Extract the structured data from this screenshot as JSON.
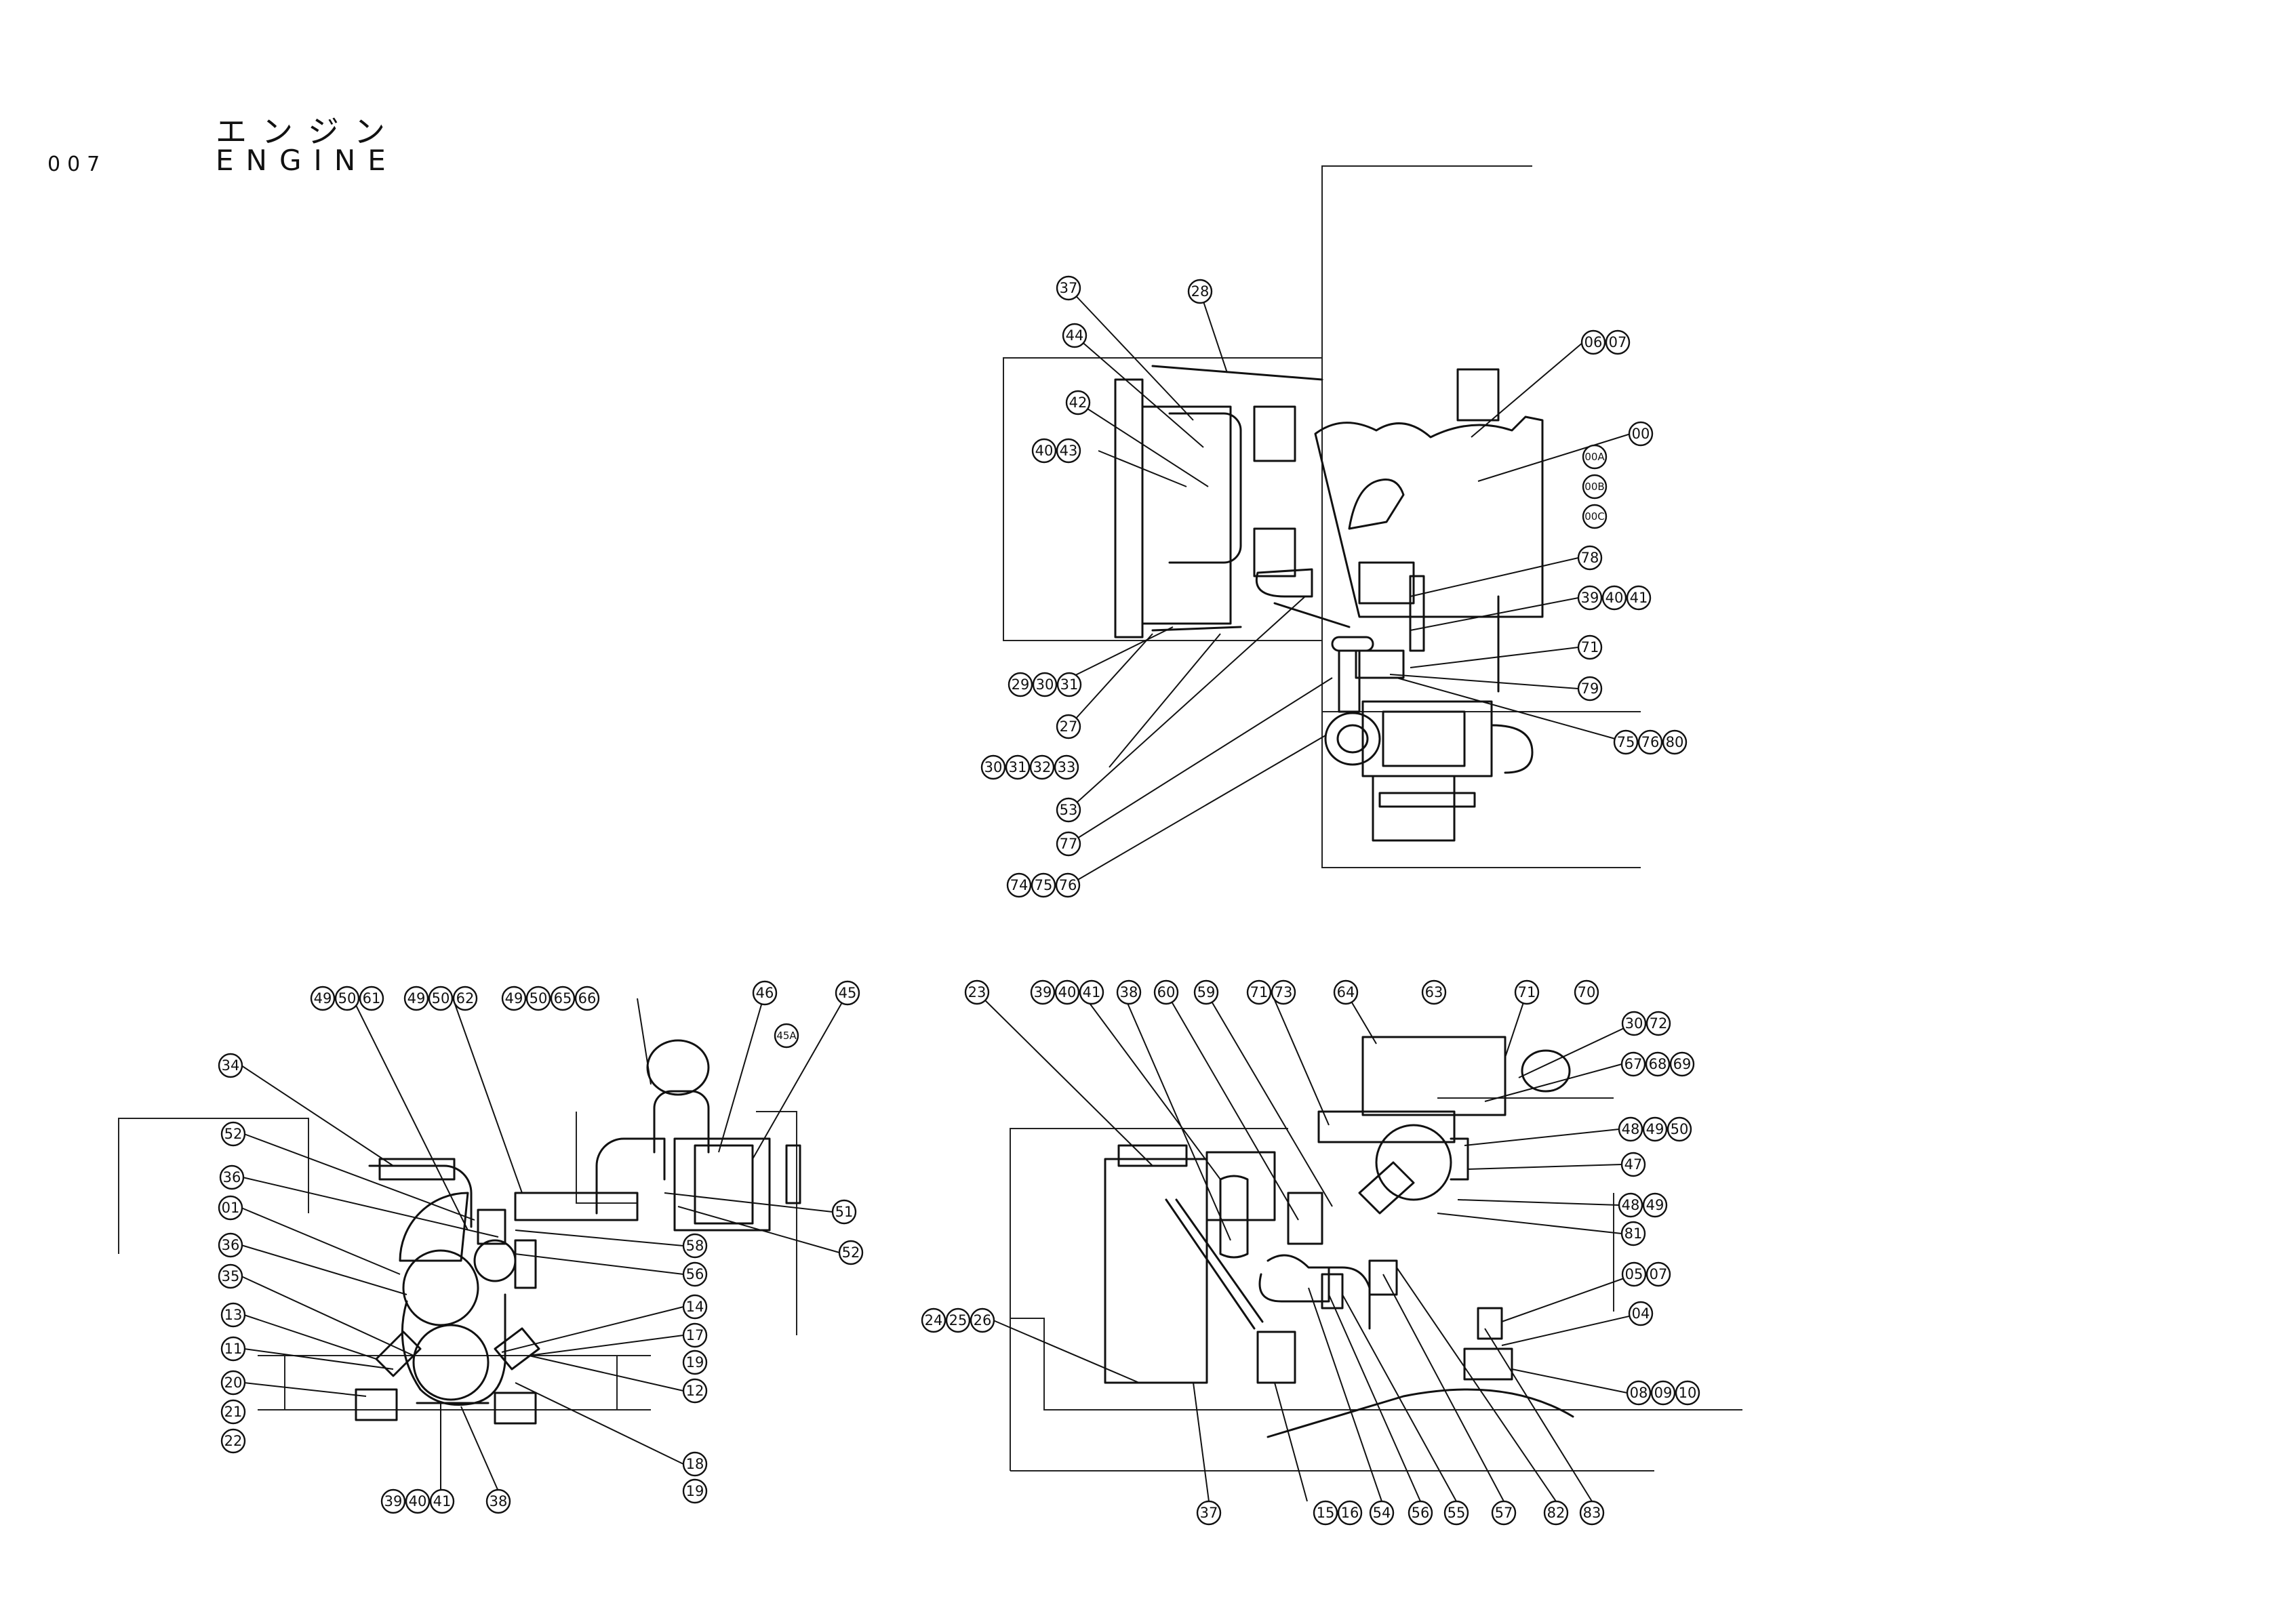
{
  "header": {
    "page_code": "007",
    "title_jp": "エンジン",
    "title_en": "ENGINE"
  },
  "top_view": {
    "callouts": [
      "37",
      "28",
      "44",
      "42",
      "40",
      "43",
      "06",
      "07",
      "00",
      "00A",
      "00B",
      "00C",
      "78",
      "39",
      "40",
      "41",
      "71",
      "79",
      "75",
      "76",
      "80",
      "29",
      "30",
      "31",
      "27",
      "30",
      "31",
      "32",
      "33",
      "53",
      "77",
      "74",
      "75",
      "76"
    ]
  },
  "left_view": {
    "callouts": [
      "49",
      "50",
      "61",
      "49",
      "50",
      "62",
      "49",
      "50",
      "65",
      "66",
      "46",
      "45A",
      "45",
      "34",
      "52",
      "36",
      "01",
      "36",
      "35",
      "13",
      "11",
      "20",
      "21",
      "22",
      "51",
      "58",
      "56",
      "52",
      "14",
      "17",
      "19",
      "12",
      "18",
      "19",
      "39",
      "40",
      "41",
      "38"
    ]
  },
  "right_view": {
    "callouts": [
      "23",
      "39",
      "40",
      "41",
      "38",
      "60",
      "59",
      "71",
      "73",
      "64",
      "63",
      "71",
      "70",
      "30",
      "72",
      "67",
      "68",
      "69",
      "48",
      "49",
      "50",
      "47",
      "48",
      "49",
      "81",
      "05",
      "07",
      "04",
      "08",
      "09",
      "10",
      "24",
      "25",
      "26",
      "37",
      "15",
      "16",
      "54",
      "56",
      "55",
      "57",
      "82",
      "83"
    ]
  }
}
